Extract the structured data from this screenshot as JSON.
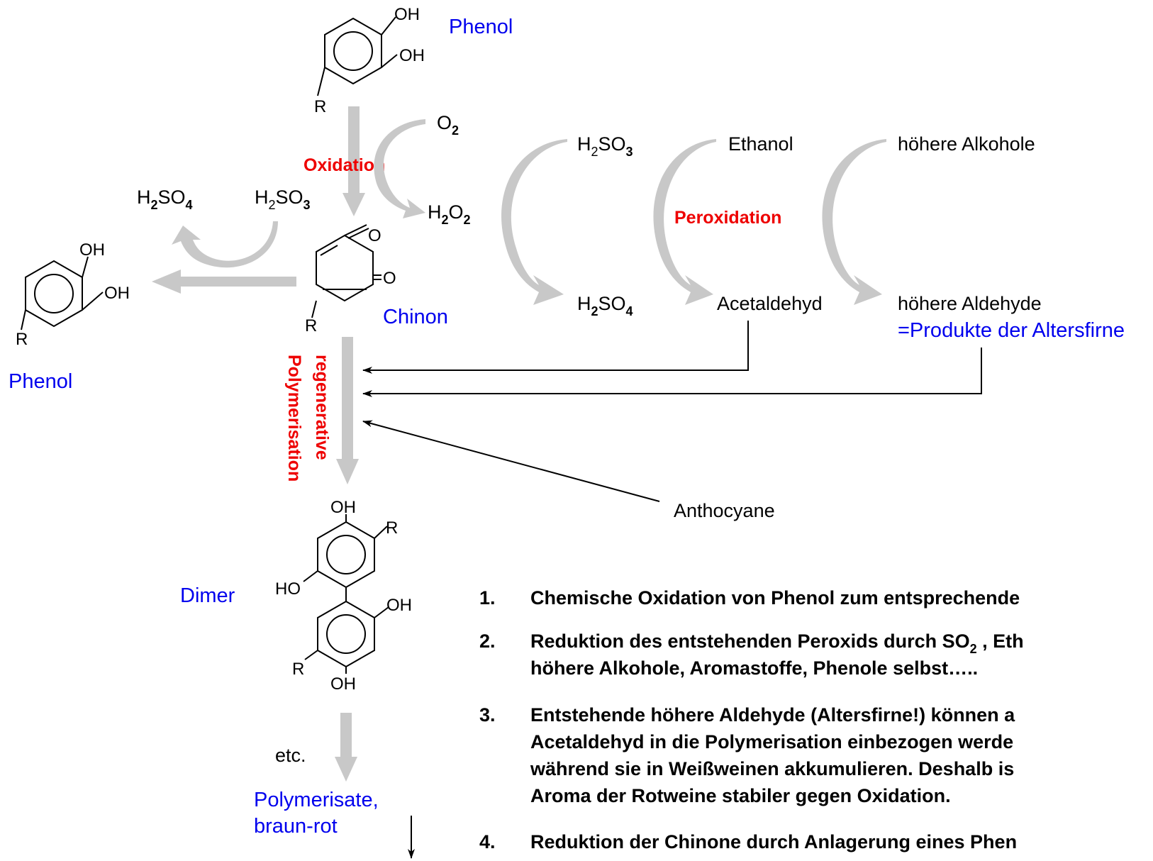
{
  "labels": {
    "phenol_top": "Phenol",
    "phenol_left": "Phenol",
    "chinon": "Chinon",
    "dimer": "Dimer",
    "polymerisate_1": "Polymerisate,",
    "polymerisate_2": "braun-rot",
    "oxidation": "Oxidation",
    "peroxidation": "Peroxidation",
    "regenerative_1": "regenerative",
    "regenerative_2": "Polymerisation",
    "etc": "etc.",
    "ethanol": "Ethanol",
    "hoehere_alkohole": "höhere Alkohole",
    "acetaldehyd": "Acetaldehyd",
    "hoehere_aldehyde": "höhere Aldehyde",
    "produkte": "=Produkte der Altersfirne",
    "anthocyane": "Anthocyane"
  },
  "formulas": {
    "o2": [
      "O",
      "2",
      ""
    ],
    "h2o2": [
      "H",
      "2",
      "O",
      "2"
    ],
    "h2so3": [
      "H",
      "2",
      "SO",
      "3"
    ],
    "h2so4": [
      "H",
      "2",
      "SO",
      "4"
    ]
  },
  "atoms": {
    "oh": "OH",
    "ho": "HO",
    "o": "O",
    "r": "R"
  },
  "notes": [
    {
      "num": "1.",
      "lines": [
        "Chemische Oxidation von Phenol zum entsprechende"
      ]
    },
    {
      "num": "2.",
      "lines": [
        "Reduktion des entstehenden Peroxids durch SO",
        "höhere Alkohole, Aromastoffe, Phenole selbst….."
      ],
      "sub": "2",
      "after": " , Eth"
    },
    {
      "num": "3.",
      "lines": [
        "Entstehende höhere Aldehyde (Altersfirne!) können a",
        "Acetaldehyd in die Polymerisation einbezogen werde",
        "während sie in Weißweinen akkumulieren. Deshalb is",
        "Aroma der Rotweine stabiler gegen Oxidation."
      ]
    },
    {
      "num": "4.",
      "lines": [
        "Reduktion der Chinone durch Anlagerung eines Phen"
      ]
    }
  ],
  "colors": {
    "label_blue": "#0000ee",
    "label_red": "#ee0000",
    "arrow_grey": "#c8c8c8"
  }
}
